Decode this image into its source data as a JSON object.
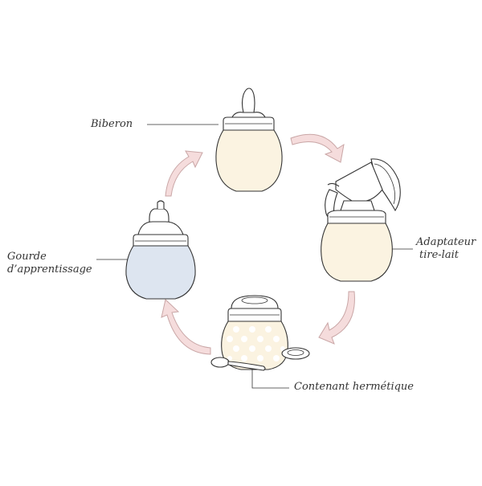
{
  "colors": {
    "stroke": "#333333",
    "cream_fill": "#fbf3e1",
    "blue_fill": "#dde5f0",
    "arrow_fill": "#f5dcdc",
    "arrow_stroke": "#c9a6a6",
    "dot_fill": "#ffffff"
  },
  "labels": {
    "biberon": "Biberon",
    "gourde_line1": "Gourde",
    "gourde_line2": "d’apprentissage",
    "adaptateur_line1": "Adaptateur",
    "adaptateur_line2": "tire-lait",
    "contenant": "Contenant hermétique"
  },
  "icons": {
    "bottle": "baby-bottle-icon",
    "sippy": "sippy-cup-icon",
    "pump": "breast-pump-adapter-icon",
    "container": "airtight-container-icon",
    "spoon": "spoon-icon",
    "lid": "lid-icon"
  }
}
